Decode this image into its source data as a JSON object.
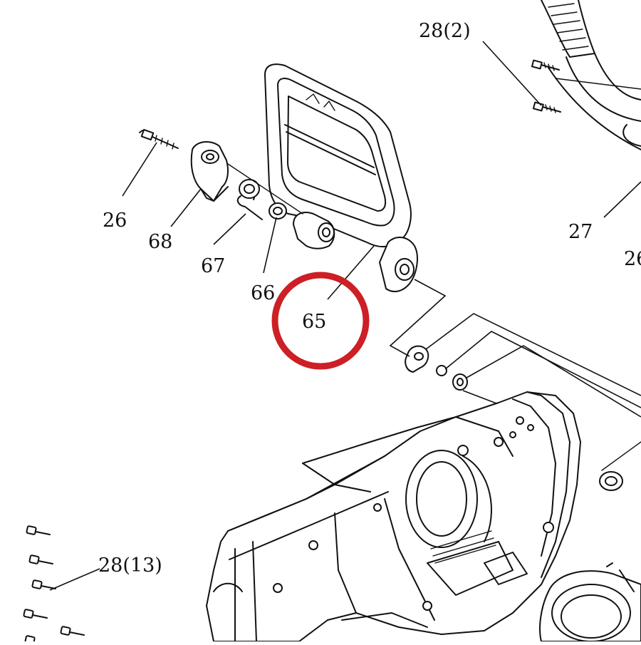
{
  "callouts": {
    "c28_2": "28(2)",
    "c26a": "26",
    "c68": "68",
    "c67": "67",
    "c66": "66",
    "c65": "65",
    "c27": "27",
    "c26b": "26",
    "c28_13": "28(13)"
  },
  "highlight": {
    "target": "65",
    "color": "#cc1f26"
  }
}
